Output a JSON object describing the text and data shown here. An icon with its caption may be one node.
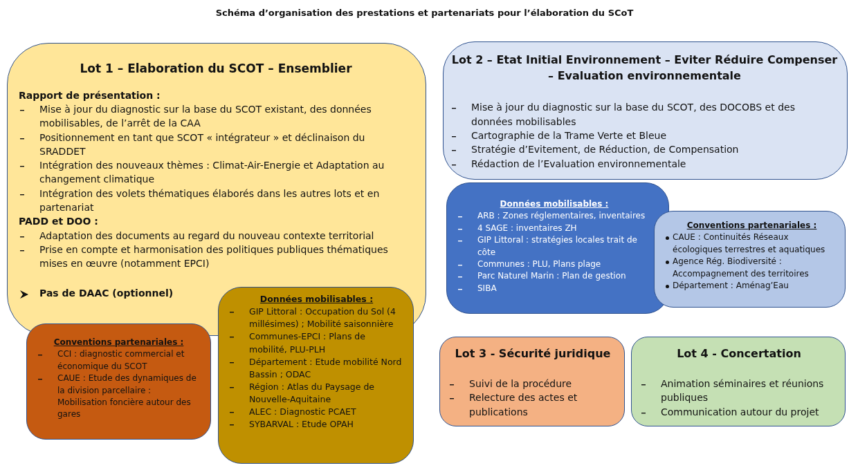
{
  "diagram": {
    "title": "Schéma d’organisation des prestations et partenariats pour l’élaboration du SCoT",
    "nodes": [
      {
        "text": [
          "Lot 1 – Elaboration du SCOT – Ensemblier",
          "Rapport de présentation :",
          "Mise à jour du diagnostic sur la base du SCOT existant, des données mobilisables, de l’arrêt de la CAA",
          "Positionnement en tant que SCOT « intégrateur » et déclinaison du SRADDET",
          "Intégration des nouveaux thèmes : Climat-Air-Energie et Adaptation au changement climatique",
          "Intégration des volets thématiques élaborés dans les autres lots et en partenariat",
          "PADD et DOO :",
          "Adaptation des documents au regard du nouveau contexte territorial",
          "Prise en compte et harmonisation des politiques publiques thématiques mises en œuvre (notamment EPCI)",
          "Pas de DAAC (optionnel)"
        ]
      },
      {
        "text": [
          "Conventions partenariales :",
          "CCI : diagnostic commercial et économique du SCOT",
          "CAUE : Etude des dynamiques de la division parcellaire : Mobilisation foncière autour des gares"
        ]
      },
      {
        "text": [
          "Données mobilisables :",
          "GIP Littoral : Occupation du Sol (4 millésimes) ; Mobilité saisonnière",
          "Communes-EPCI : Plans de mobilité, PLU-PLH",
          "Département : Etude mobilité Nord Bassin ; ODAC",
          "Région : Atlas du Paysage de Nouvelle-Aquitaine",
          "ALEC : Diagnostic PCAET",
          "SYBARVAL : Etude OPAH"
        ]
      },
      {
        "text": [
          "Lot 2 – Etat Initial Environnement – Eviter Réduire Compenser – Evaluation environnementale",
          "Mise à jour du diagnostic sur la base du SCOT, des DOCOBS et des données mobilisables",
          "Cartographie de la Trame Verte et Bleue",
          "Stratégie d’Evitement, de Réduction, de Compensation",
          "Rédaction de l’Evaluation environnementale"
        ]
      },
      {
        "text": [
          "Données mobilisables :",
          "ARB : Zones réglementaires, inventaires",
          "4 SAGE : inventaires ZH",
          "GIP Littoral : stratégies locales trait de côte",
          "Communes : PLU, Plans plage",
          "Parc Naturel Marin : Plan de gestion",
          "SIBA"
        ]
      },
      {
        "text": [
          "Conventions partenariales :",
          "CAUE : Continuités Réseaux écologiques terrestres et aquatiques",
          "Agence Rég. Biodiversité : Accompagnement des territoires",
          "Département : Aménag’Eau"
        ]
      },
      {
        "text": [
          "Lot 3 - Sécurité juridique",
          "Suivi de la procédure",
          "Relecture des actes et publications"
        ]
      },
      {
        "text": [
          "Lot 4 - Concertation",
          "Animation séminaires et réunions publiques",
          "Communication autour du projet"
        ]
      }
    ]
  }
}
